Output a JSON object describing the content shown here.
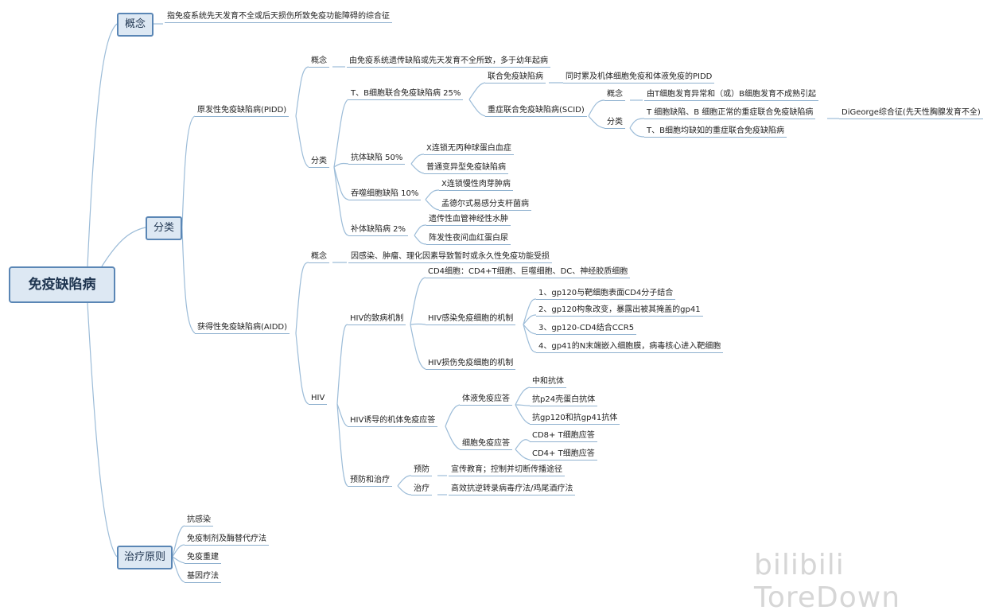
{
  "root": "免疫缺陷病",
  "concept": {
    "label": "概念",
    "text": "指免疫系统先天发育不全或后天损伤所致免疫功能障碍的综合征"
  },
  "classification": {
    "label": "分类",
    "pidd": {
      "label": "原发性免疫缺陷病(PIDD)",
      "concept_label": "概念",
      "concept_text": "由免疫系统遗传缺陷或先天发育不全所致，多于幼年起病",
      "types_label": "分类",
      "tb": {
        "label": "T、B细胞联合免疫缺陷病 25%",
        "combined": {
          "label": "联合免疫缺陷病",
          "text": "同时累及机体细胞免疫和体液免疫的PIDD"
        },
        "scid": {
          "label": "重症联合免疫缺陷病(SCID)",
          "concept_label": "概念",
          "concept_text": "由T细胞发育异常和（或）B细胞发育不成熟引起",
          "types_label": "分类",
          "type1": "T 细胞缺陷、B 细胞正常的重症联合免疫缺陷病",
          "type1_example": "DiGeorge综合征(先天性胸腺发育不全)",
          "type2": "T、B细胞均缺如的重症联合免疫缺陷病"
        }
      },
      "antibody": {
        "label": "抗体缺陷 50%",
        "items": [
          "X连锁无丙种球蛋白血症",
          "普通变异型免疫缺陷病"
        ]
      },
      "phagocyte": {
        "label": "吞噬细胞缺陷 10%",
        "items": [
          "X连锁慢性肉芽肿病",
          "孟德尔式易感分支杆菌病"
        ]
      },
      "complement": {
        "label": "补体缺陷病 2%",
        "items": [
          "遗传性血管神经性水肿",
          "阵发性夜间血红蛋白尿"
        ]
      }
    },
    "aidd": {
      "label": "获得性免疫缺陷病(AIDD)",
      "concept_label": "概念",
      "concept_text": "因感染、肿瘤、理化因素导致暂时或永久性免疫功能受损",
      "hiv": {
        "label": "HIV",
        "mechanism": {
          "label": "HIV的致病机制",
          "cd4": "CD4细胞：CD4+T细胞、巨噬细胞、DC、神经胶质细胞",
          "infect": {
            "label": "HIV感染免疫细胞的机制",
            "steps": [
              "1、gp120与靶细胞表面CD4分子结合",
              "2、gp120构象改变，暴露出被其掩盖的gp41",
              "3、gp120-CD4结合CCR5",
              "4、gp41的N末端嵌入细胞膜，病毒核心进入靶细胞"
            ]
          },
          "damage": "HIV损伤免疫细胞的机制"
        },
        "response": {
          "label": "HIV诱导的机体免疫应答",
          "humoral": {
            "label": "体液免疫应答",
            "items": [
              "中和抗体",
              "抗p24壳蛋白抗体",
              "抗gp120和抗gp41抗体"
            ]
          },
          "cellular": {
            "label": "细胞免疫应答",
            "items": [
              "CD8+ T细胞应答",
              "CD4+ T细胞应答"
            ]
          }
        },
        "prevention": {
          "label": "预防和治疗",
          "prevent_label": "预防",
          "prevent_text": "宣传教育；控制并切断传播途径",
          "treat_label": "治疗",
          "treat_text": "高效抗逆转录病毒疗法/鸡尾酒疗法"
        }
      }
    }
  },
  "treatment": {
    "label": "治疗原则",
    "items": [
      "抗感染",
      "免疫制剂及酶替代疗法",
      "免疫重建",
      "基因疗法"
    ]
  },
  "watermark": "bilibili ToreDown",
  "colors": {
    "line": "#8fb1cf",
    "box_border": "#5a86b5",
    "box_fill": "#dde8f3"
  }
}
